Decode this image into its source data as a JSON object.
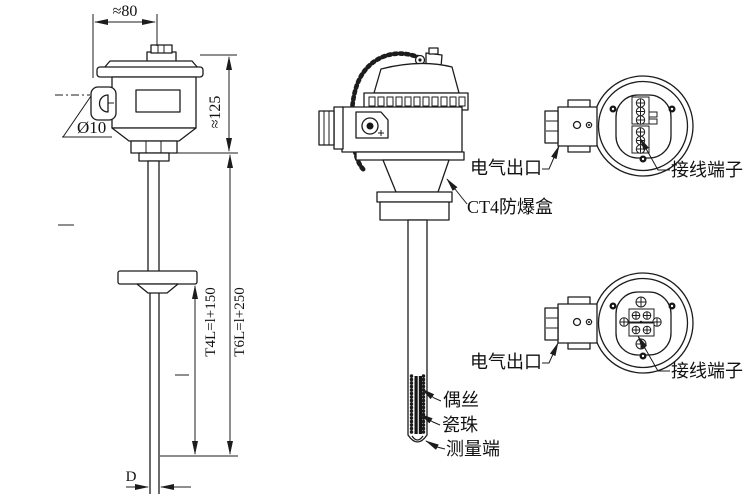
{
  "drawing": {
    "line_color": "#1c1c1c",
    "background": "#ffffff",
    "left_view": {
      "width_dim": "≈80",
      "height_dim": "≈125",
      "entry_hole_dim": "Ø10",
      "length_dim_t4": "T4L=l+150",
      "length_dim_t6": "T6L=l+250",
      "tip_diameter_dim": "D"
    },
    "middle_view": {
      "explosion_proof_box": "CT4防爆盒",
      "couple_wire": "偶丝",
      "ceramic_bead": "瓷珠",
      "measuring_end": "测量端"
    },
    "terminal_view_top": {
      "electrical_outlet": "电气出口",
      "terminal_block": "接线端子"
    },
    "terminal_view_bottom": {
      "electrical_outlet": "电气出口",
      "terminal_block": "接线端子"
    }
  }
}
